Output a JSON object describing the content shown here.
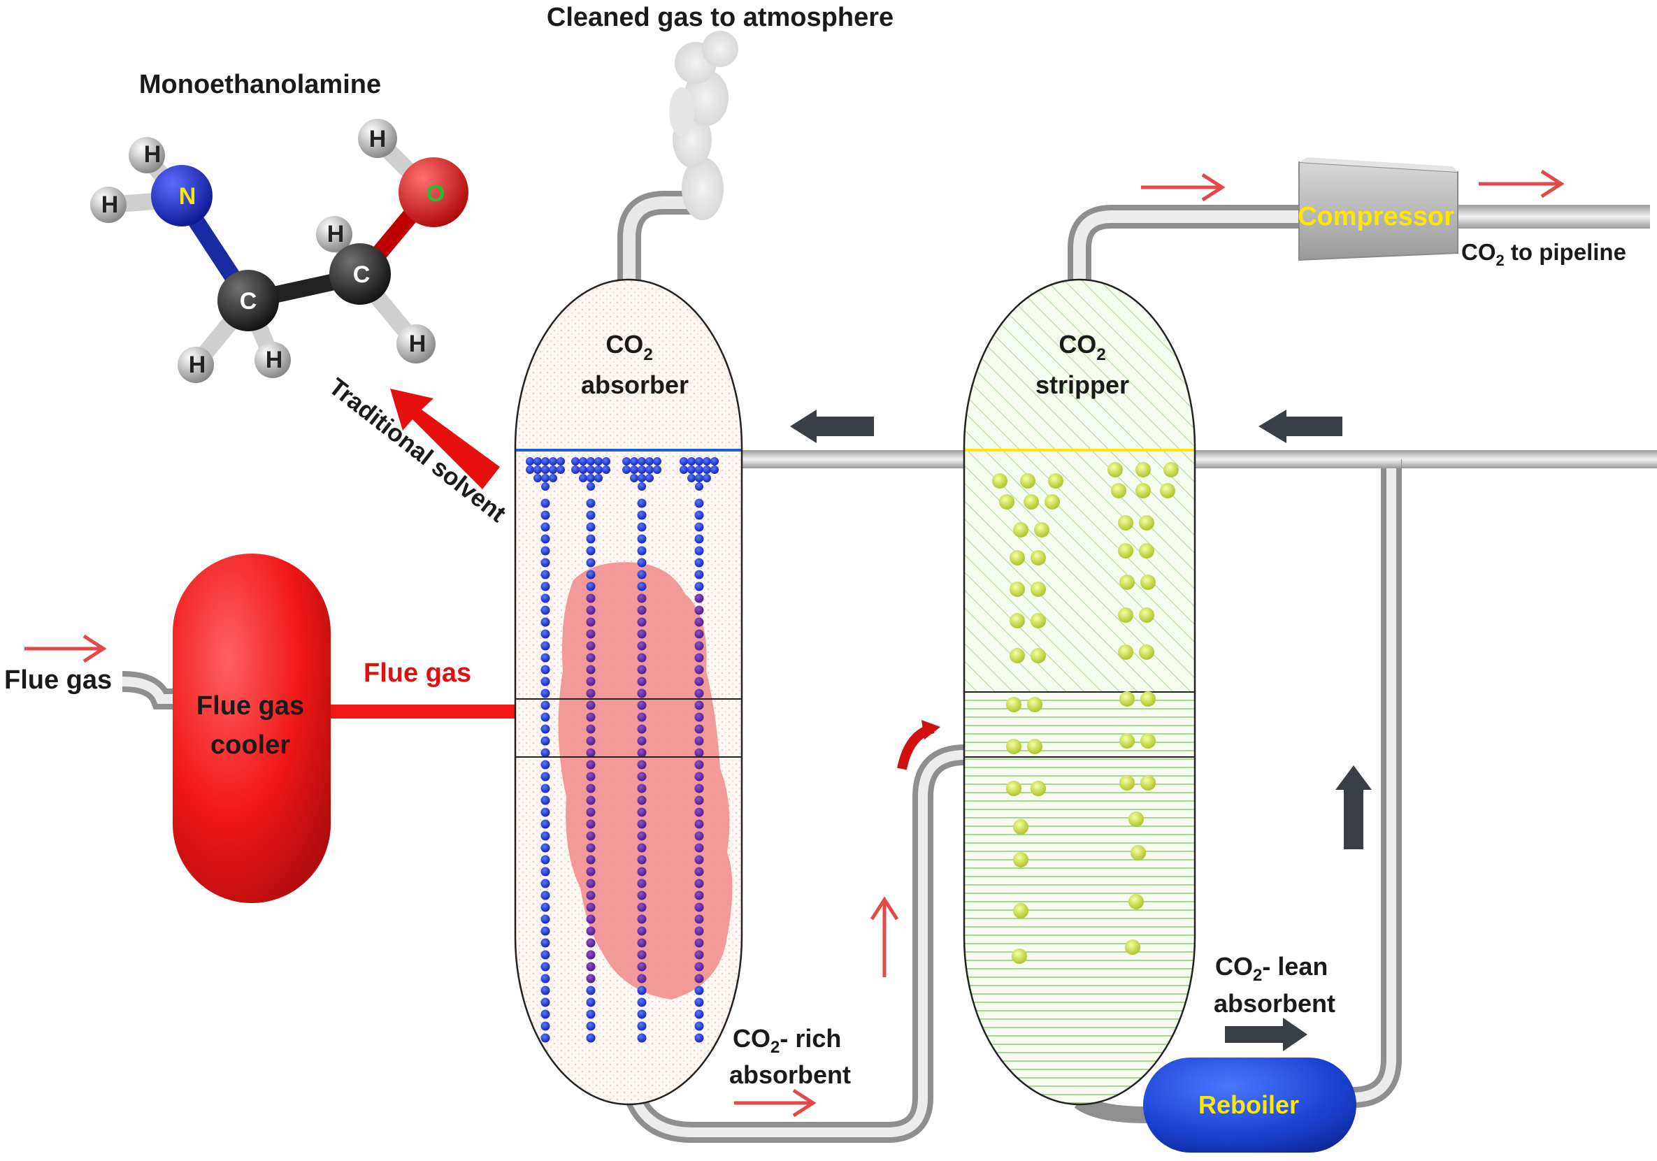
{
  "labels": {
    "top": "Cleaned gas to atmosphere",
    "molecule": "Monoethanolamine",
    "absorber_line1": "CO",
    "absorber_sub": "2",
    "absorber_line2": "absorber",
    "stripper_line1": "CO",
    "stripper_sub": "2",
    "stripper_line2": "stripper",
    "compressor": "Compressor",
    "pipeline_pre": "CO",
    "pipeline_sub": "2",
    "pipeline_post": " to pipeline",
    "traditional": "Traditional solvent",
    "flue_gas_in": "Flue gas",
    "flue_gas_red": "Flue gas",
    "cooler_line1": "Flue gas",
    "cooler_line2": "cooler",
    "rich_pre": "CO",
    "rich_sub": "2",
    "rich_post": "- rich",
    "rich_line2": "absorbent",
    "lean_pre": "CO",
    "lean_sub": "2",
    "lean_post": "- lean",
    "lean_line2": "absorbent",
    "reboiler": "Reboiler"
  },
  "atoms": {
    "n": "N",
    "o": "O",
    "c1": "C",
    "c2": "C",
    "h": "H"
  },
  "colors": {
    "pipe": "#c9c9c9",
    "absorber_drops": "#1f3ed6",
    "stripper_dots": "#c8e04a",
    "cooler": "#f01818",
    "reboiler": "#1840d0",
    "compressor": "#b4b4b4",
    "flow_arrow": "#e04a4a",
    "dark_arrow": "#3a3f46",
    "gas_cloud": "#f08f8f"
  }
}
